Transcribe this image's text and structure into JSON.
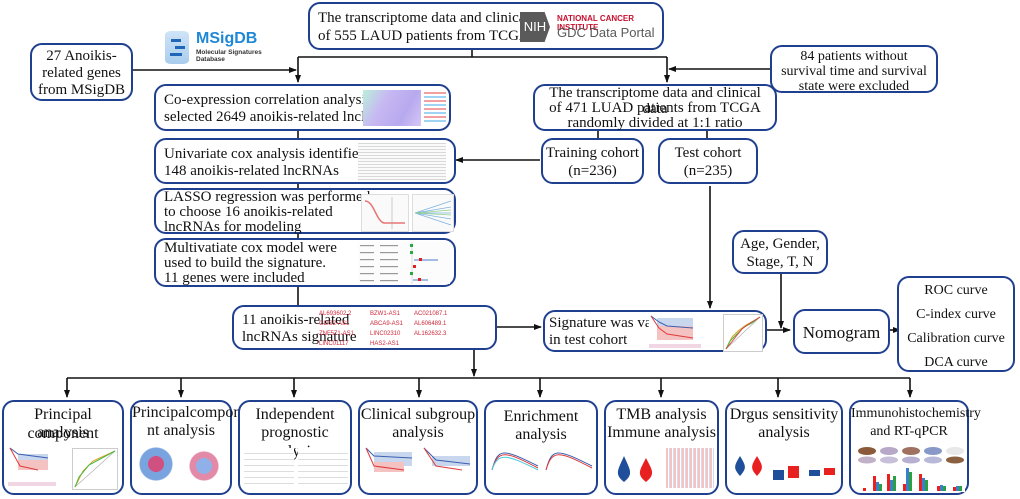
{
  "top": {
    "tcga_box": {
      "line1": "The transcriptome data and clinical",
      "line2": "of 555 LAUD patients from TCGA"
    },
    "nci_logo": {
      "badge": "NIH",
      "line1": "NATIONAL CANCER INSTITUTE",
      "line2": "GDC Data Portal"
    },
    "msigdb_logo": {
      "name": "MSigDB",
      "sub1": "Molecular Signatures",
      "sub2": "Database"
    },
    "genes_box": {
      "line1": "27 Anoikis-",
      "line2": "related genes",
      "line3": "from MSigDB"
    },
    "excluded_box": {
      "line1": "84 patients without",
      "line2": "survival time and survival",
      "line3": "state were excluded"
    }
  },
  "left_column": {
    "coexpr": {
      "line1": "Co-expression correlation analysis",
      "line2": "selected  2649 anoikis-related lncRN"
    },
    "univariate": {
      "line1": "Univariate cox analysis identified",
      "line2": " 148 anoikis-related lncRNAs"
    },
    "lasso": {
      "line1": "LASSO regression was performed",
      "line2": "to choose 16 anoikis-related",
      "line3": "lncRNAs for modeling"
    },
    "multivariate": {
      "line1": "Multivatiate cox model were",
      "line2": "used to build the signature.",
      "line3": "11 genes were included"
    }
  },
  "right_column": {
    "luad471": {
      "line1": "The transcriptome data and clinical data",
      "line2": "of 471 LUAD patients from TCGA",
      "line3": "randomly divided at 1:1 ratio"
    },
    "training": {
      "line1": "Training cohort",
      "line2": "(n=236)"
    },
    "test": {
      "line1": "Test cohort",
      "line2": "(n=235)"
    }
  },
  "signature": {
    "line1": "11 anoikis-related",
    "line2": "lncRNAs signature",
    "genes": [
      "AL693602.2",
      "BZW1-AS1",
      "AC021087.1",
      "GLIS2-AS1",
      "ABCA9-AS1",
      "AL606489.1",
      "ZNF571-AS1",
      "LINC02310",
      "AL162632.3",
      "LINC01117",
      "HAS2-AS1"
    ],
    "gene_color": "#d0283a"
  },
  "validation": {
    "line1": "Signature was validated",
    "line2": " in test cohort"
  },
  "clinical": {
    "line1": "Age, Gender,",
    "line2": "Stage, T,  N"
  },
  "nomogram": {
    "label": "Nomogram"
  },
  "curves": {
    "items": [
      "ROC curve",
      "C-index curve",
      "Calibration curve",
      "DCA curve"
    ]
  },
  "bottom": [
    {
      "line1": "Principal component",
      "line2": "analysis"
    },
    {
      "line1": "Principalcompone",
      "line2": "nt analysis"
    },
    {
      "line1": "Independent",
      "line2": "prognostic nalysis"
    },
    {
      "line1": "Clinical subgroup",
      "line2": "analysis"
    },
    {
      "line1": "Enrichment",
      "line2": "analysis"
    },
    {
      "line1": "TMB  analysis",
      "line2": "Immune analysis"
    },
    {
      "line1": "Drgus sensitivity",
      "line2": "analysis"
    },
    {
      "line1": "Immunohistochemistry",
      "line2": "and  RT-qPCR"
    }
  ],
  "colors": {
    "box_border": "#1f3f8f",
    "nci_red": "#c8102e",
    "nih_gray": "#5a5a5a",
    "msigdb_blue": "#1f88d6"
  }
}
